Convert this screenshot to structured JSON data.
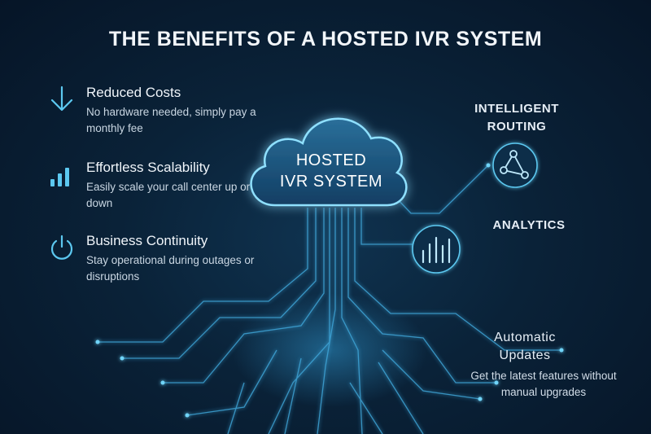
{
  "title": "THE BENEFITS OF A HOSTED IVR SYSTEM",
  "benefits": [
    {
      "icon": "arrow-down-icon",
      "title": "Reduced Costs",
      "description": "No hardware needed, simply pay a monthly fee"
    },
    {
      "icon": "bar-chart-icon",
      "title": "Effortless Scalability",
      "description": "Easily scale your call center up or down"
    },
    {
      "icon": "power-icon",
      "title": "Business Continuity",
      "description": "Stay operational during outages or disruptions"
    }
  ],
  "cloud": {
    "line1": "HOSTED",
    "line2": "IVR SYSTEM"
  },
  "features": {
    "routing": {
      "line1": "INTELLIGENT",
      "line2": "ROUTING"
    },
    "analytics": {
      "title": "ANALYTICS"
    },
    "updates": {
      "line1": "Automatic",
      "line2": "Updates",
      "description": "Get the latest features without manual upgrades"
    }
  },
  "colors": {
    "accent": "#5cc8f0",
    "background": "#0a2238"
  }
}
